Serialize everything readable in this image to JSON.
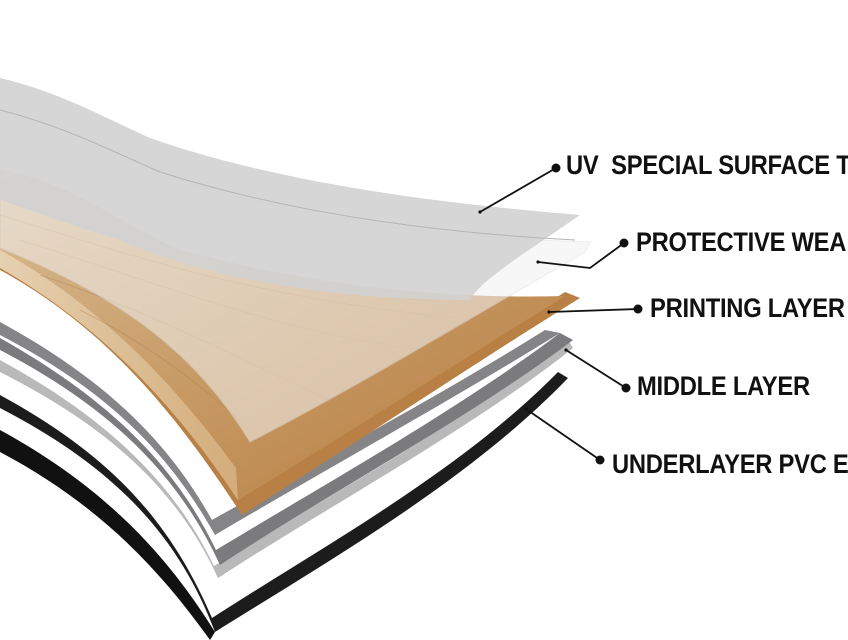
{
  "diagram": {
    "layers": [
      {
        "name": "uv-layer",
        "label": "UV  SPECIAL SURFACE T",
        "color": "#d9d9d9"
      },
      {
        "name": "wear-layer",
        "label": "PROTECTIVE WEA",
        "color": "#ebebeb"
      },
      {
        "name": "printing-layer",
        "label": "PRINTING LAYER",
        "color": "#c89a63"
      },
      {
        "name": "middle-layer",
        "label": "MIDDLE LAYER",
        "color": "#7d7d7f"
      },
      {
        "name": "underlayer",
        "label": "UNDERLAYER PVC E",
        "color": "#1e1e1e"
      }
    ]
  }
}
